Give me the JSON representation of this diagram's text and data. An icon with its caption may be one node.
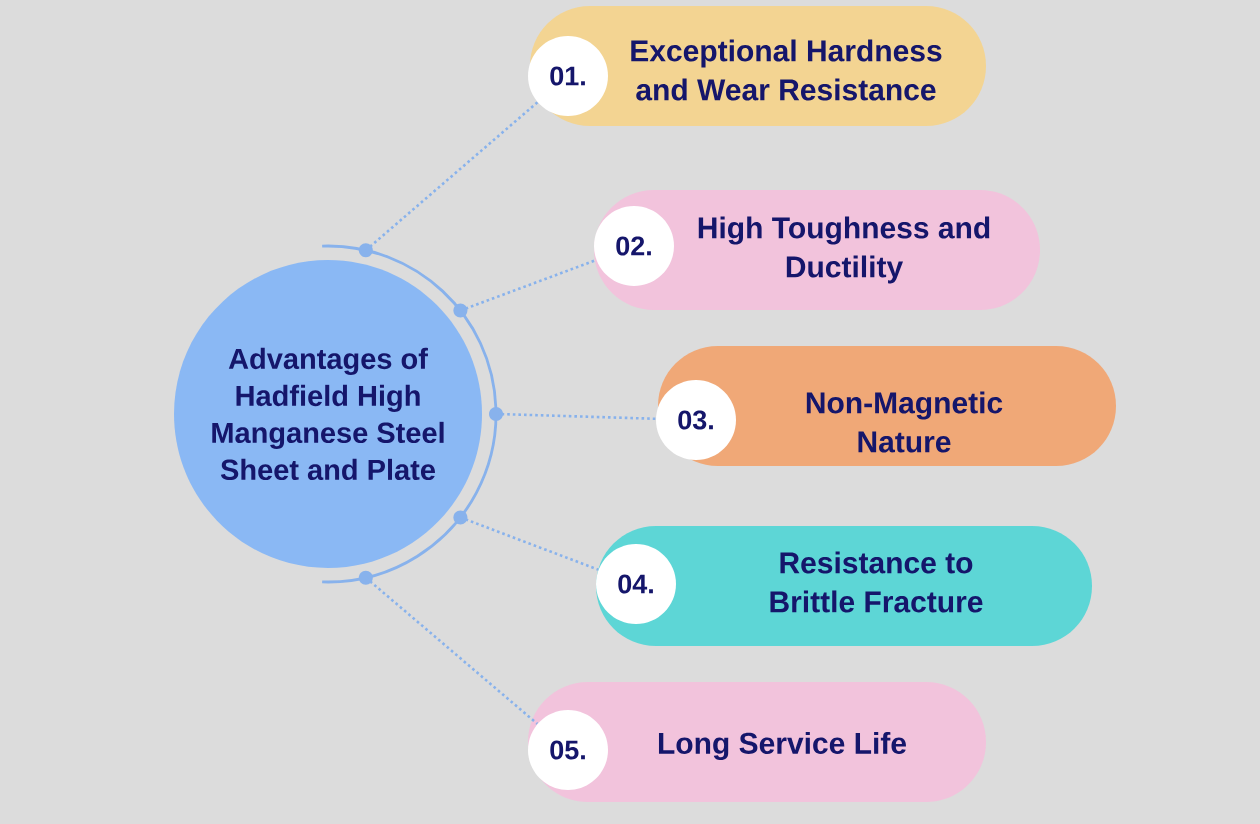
{
  "diagram": {
    "nodes": [
      {
        "text": [
          "Advantages of Hadfield High Manganese Steel Sheet and Plate"
        ]
      },
      {
        "text": [
          "01.",
          "Exceptional Hardness and Wear Resistance"
        ]
      },
      {
        "text": [
          "02.",
          "High Toughness and Ductility"
        ]
      },
      {
        "text": [
          "03.",
          "Non-Magnetic Nature"
        ]
      },
      {
        "text": [
          "04.",
          "Resistance to Brittle Fracture"
        ]
      },
      {
        "text": [
          "05.",
          "Long Service Life"
        ]
      }
    ],
    "edges": [
      {
        "from": 0,
        "to": 1,
        "arrow": "none"
      },
      {
        "from": 0,
        "to": 2,
        "arrow": "none"
      },
      {
        "from": 0,
        "to": 3,
        "arrow": "none"
      },
      {
        "from": 0,
        "to": 4,
        "arrow": "none"
      },
      {
        "from": 0,
        "to": 5,
        "arrow": "none"
      }
    ]
  }
}
